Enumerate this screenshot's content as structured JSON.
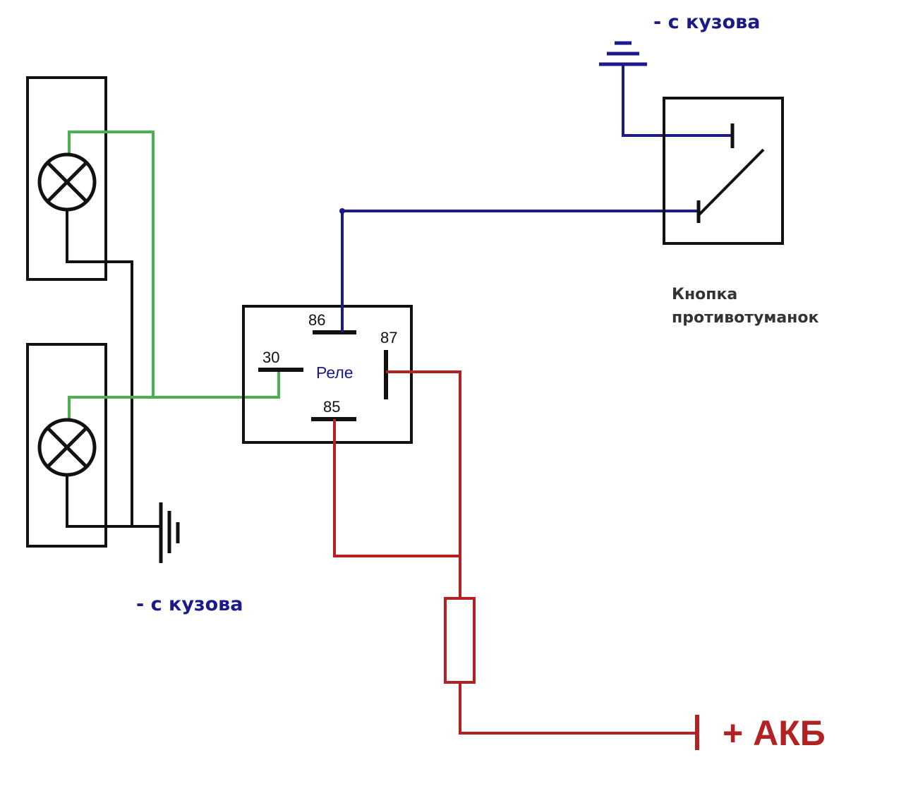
{
  "labels": {
    "ground_top": "- с кузова",
    "ground_bottom": "- с кузова",
    "button_line1": "Кнопка",
    "button_line2": "противотуманок",
    "relay_name": "Реле",
    "pin_86": "86",
    "pin_87": "87",
    "pin_30": "30",
    "pin_85": "85",
    "battery": "+ АКБ"
  },
  "colors": {
    "wire_green": "#4caf50",
    "wire_blue": "#1a1a8c",
    "wire_red": "#b22222",
    "outline": "#111111",
    "label_blue": "#1a1a8c",
    "label_red": "#b22222",
    "label_dark": "#333333",
    "background": "#ffffff"
  }
}
